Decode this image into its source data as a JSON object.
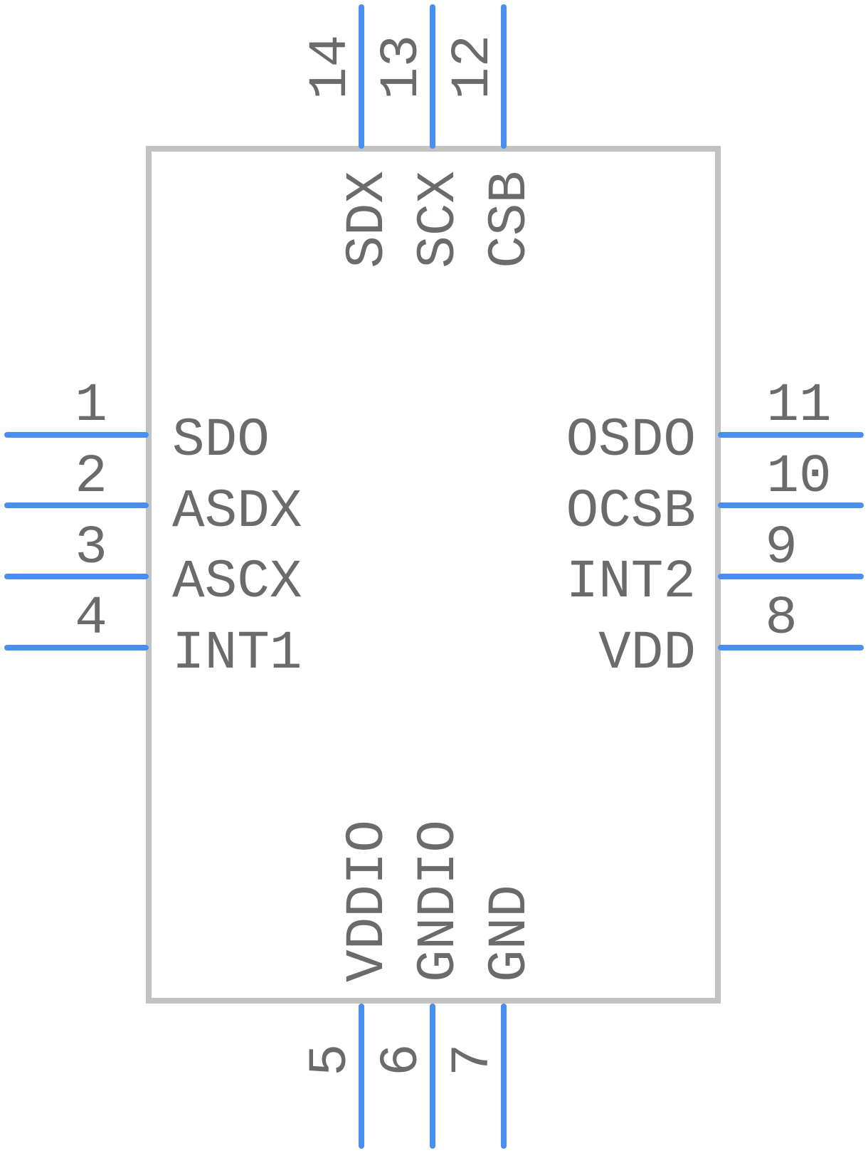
{
  "colors": {
    "pin": "#4a8ef0",
    "body": "#c2c2c2",
    "text": "#6b6b6b"
  },
  "pins": {
    "left": [
      {
        "number": "1",
        "name": "SDO"
      },
      {
        "number": "2",
        "name": "ASDX"
      },
      {
        "number": "3",
        "name": "ASCX"
      },
      {
        "number": "4",
        "name": "INT1"
      }
    ],
    "right": [
      {
        "number": "11",
        "name": "OSDO"
      },
      {
        "number": "10",
        "name": "OCSB"
      },
      {
        "number": "9",
        "name": "INT2"
      },
      {
        "number": "8",
        "name": "VDD"
      }
    ],
    "top": [
      {
        "number": "14",
        "name": "SDX"
      },
      {
        "number": "13",
        "name": "SCX"
      },
      {
        "number": "12",
        "name": "CSB"
      }
    ],
    "bottom": [
      {
        "number": "5",
        "name": "VDDIO"
      },
      {
        "number": "6",
        "name": "GNDIO"
      },
      {
        "number": "7",
        "name": "GND"
      }
    ]
  }
}
